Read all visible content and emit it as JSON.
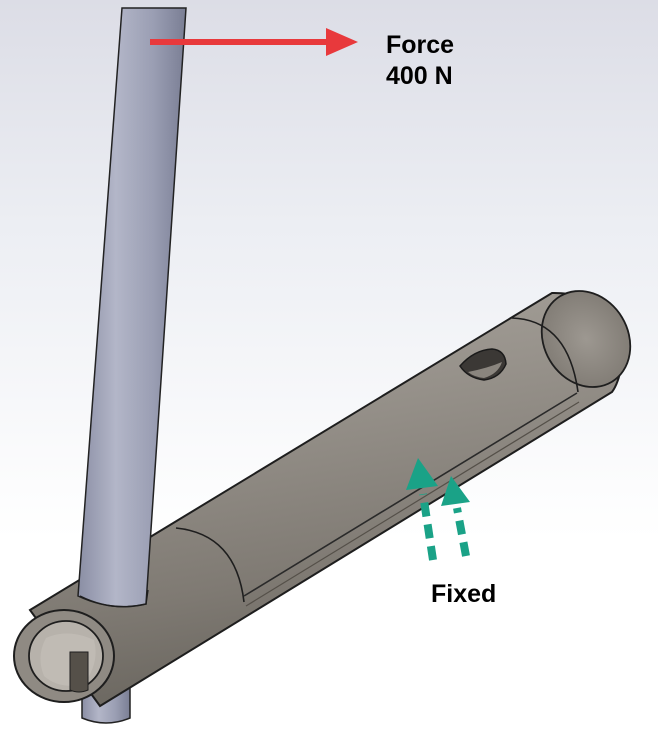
{
  "annotations": {
    "force_label": "Force",
    "force_value": "400 N",
    "fixed_label": "Fixed"
  },
  "colors": {
    "force_arrow": "#e8393c",
    "fixed_arrow": "#1aa287",
    "rod": "#9fa3b8",
    "tube": "#8f8a83"
  }
}
